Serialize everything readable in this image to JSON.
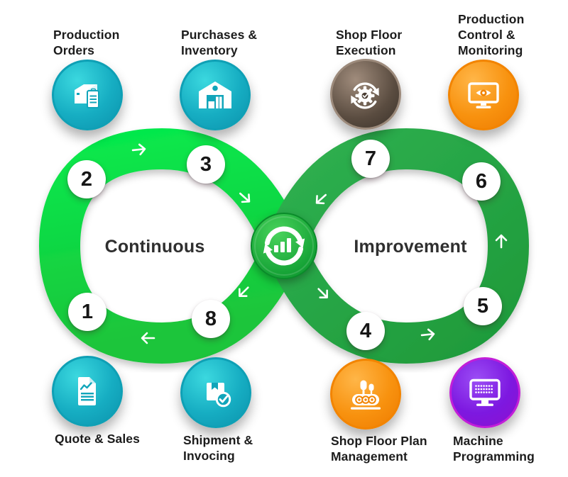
{
  "diagram": {
    "left_loop_label": "Continuous",
    "right_loop_label": "Improvement",
    "center_icon": "sync-bars-icon"
  },
  "steps": [
    "1",
    "2",
    "3",
    "4",
    "5",
    "6",
    "7",
    "8"
  ],
  "processes": [
    {
      "id": "production-orders",
      "label": "Production\nOrders",
      "icon": "box-clipboard-icon",
      "color": "#11a5ba"
    },
    {
      "id": "purchases-inventory",
      "label": "Purchases &\nInventory",
      "icon": "warehouse-icon",
      "color": "#11a5ba"
    },
    {
      "id": "shop-floor-execution",
      "label": "Shop Floor\nExecution",
      "icon": "gear-sync-icon",
      "color": "#4a3e34"
    },
    {
      "id": "production-control-monitoring",
      "label": "Production\nControl &\nMonitoring",
      "icon": "monitor-eye-icon",
      "color": "#f28400"
    },
    {
      "id": "quote-sales",
      "label": "Quote & Sales",
      "icon": "sales-document-icon",
      "color": "#11a5ba"
    },
    {
      "id": "shipment-invoicing",
      "label": "Shipment &\nInvocing",
      "icon": "package-check-icon",
      "color": "#11a5ba"
    },
    {
      "id": "shop-floor-plan-management",
      "label": "Shop Floor Plan\nManagement",
      "icon": "factory-machine-icon",
      "color": "#f28400"
    },
    {
      "id": "machine-programming",
      "label": "Machine\nProgramming",
      "icon": "monitor-dots-icon",
      "color": "#8d14d4"
    }
  ],
  "colors": {
    "left_loop_green_start": "#06e84c",
    "left_loop_green_end": "#1cc53a",
    "right_loop_green_start": "#2fb050",
    "right_loop_green_end": "#1e9a3a",
    "center_badge_green": "#17a437",
    "teal": "#11a5ba",
    "orange": "#f28400",
    "dark_brown": "#4a3e34",
    "purple": "#8d14d4"
  }
}
